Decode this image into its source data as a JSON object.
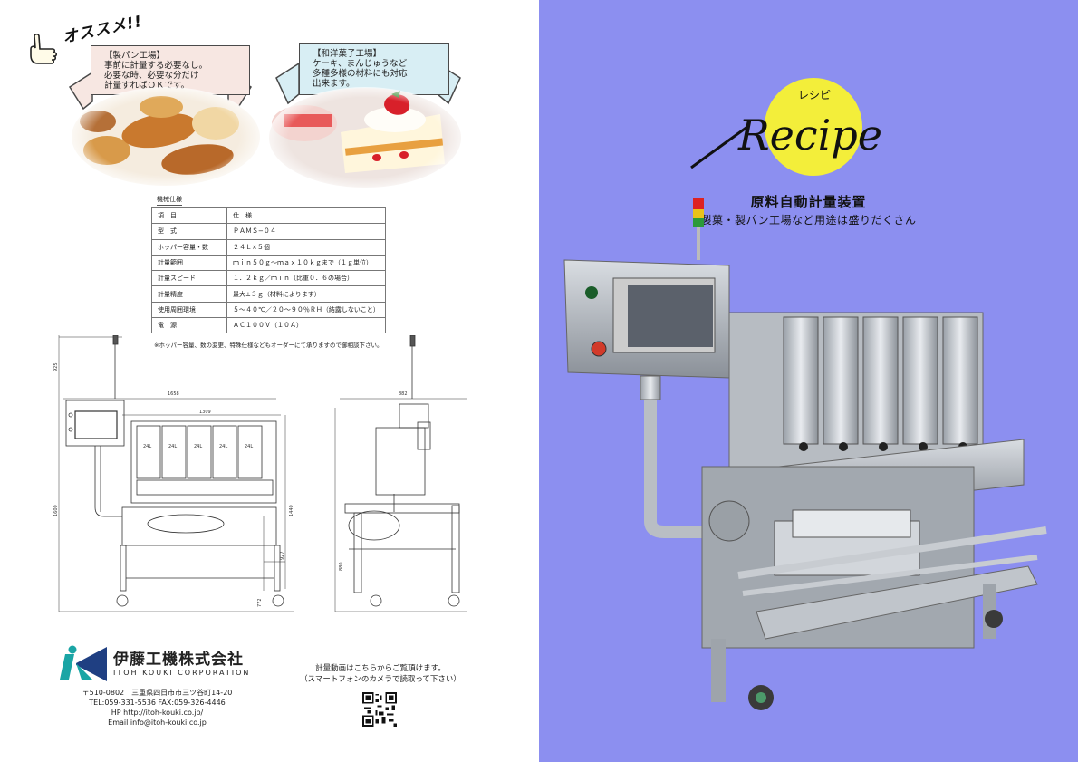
{
  "left": {
    "callout": "オススメ!!",
    "ribbon_bakery": {
      "title": "【製パン工場】",
      "lines": [
        "事前に計量する必要なし。",
        "必要な時、必要な分だけ",
        "計量すればＯＫです。"
      ]
    },
    "ribbon_confection": {
      "title": "【和洋菓子工場】",
      "lines": [
        "ケーキ、まんじゅうなど",
        "多種多様の材料にも対応",
        "出来ます。"
      ]
    },
    "spec": {
      "caption": "機械仕様",
      "rows": [
        {
          "k": "項　目",
          "v": "仕　様"
        },
        {
          "k": "型　式",
          "v": "ＰＡＭＳ−０４"
        },
        {
          "k": "ホッパー容量・数",
          "v": "２４Ｌ×５個"
        },
        {
          "k": "計量範囲",
          "v": "ｍｉｎ５０ｇ〜ｍａｘ１０ｋｇまで（１ｇ単位）"
        },
        {
          "k": "計量スピード",
          "v": "１．２ｋｇ／ｍｉｎ（比重０．６の場合）"
        },
        {
          "k": "計量精度",
          "v": "最大±３ｇ（材料によります）"
        },
        {
          "k": "使用周囲環境",
          "v": "５〜４０℃／２０〜９０％ＲＨ（結露しないこと）"
        },
        {
          "k": "電　源",
          "v": "ＡＣ１００Ｖ（１０Ａ）"
        }
      ],
      "note": "※ホッパー容量、数の変更、特殊仕様などもオーダーにて承りますので御相談下さい。"
    },
    "drawing": {
      "dims": [
        "1658",
        "1309",
        "925",
        "1600",
        "1440",
        "927",
        "772",
        "882",
        "880"
      ],
      "hopper_labels": [
        "24L",
        "24L",
        "24L",
        "24L",
        "24L"
      ]
    },
    "company": {
      "name": "伊藤工機株式会社",
      "name_en": "ITOH KOUKI CORPORATION",
      "address": "〒510-0802　三重県四日市市三ツ谷町14-20",
      "tel": "TEL:059-331-5536 FAX:059-326-4446",
      "hp": "HP  http://itoh-kouki.co.jp/",
      "email": "Email info@itoh-kouki.co.jp"
    },
    "qr_text": [
      "計量動画はこちらからご覧頂けます。",
      "（スマートフォンのカメラで読取って下さい）"
    ]
  },
  "right": {
    "logo_word": "Recipe",
    "logo_kana": "レシピ",
    "title": "原料自動計量装置",
    "subtitle": "製菓・製パン工場など用途は盛りだくさん"
  },
  "colors": {
    "right_bg": "#8c8ff0",
    "logo_circle": "#f3ee3a",
    "ribbon_pink": "#f7e7e2",
    "ribbon_blue": "#d8eef4"
  }
}
